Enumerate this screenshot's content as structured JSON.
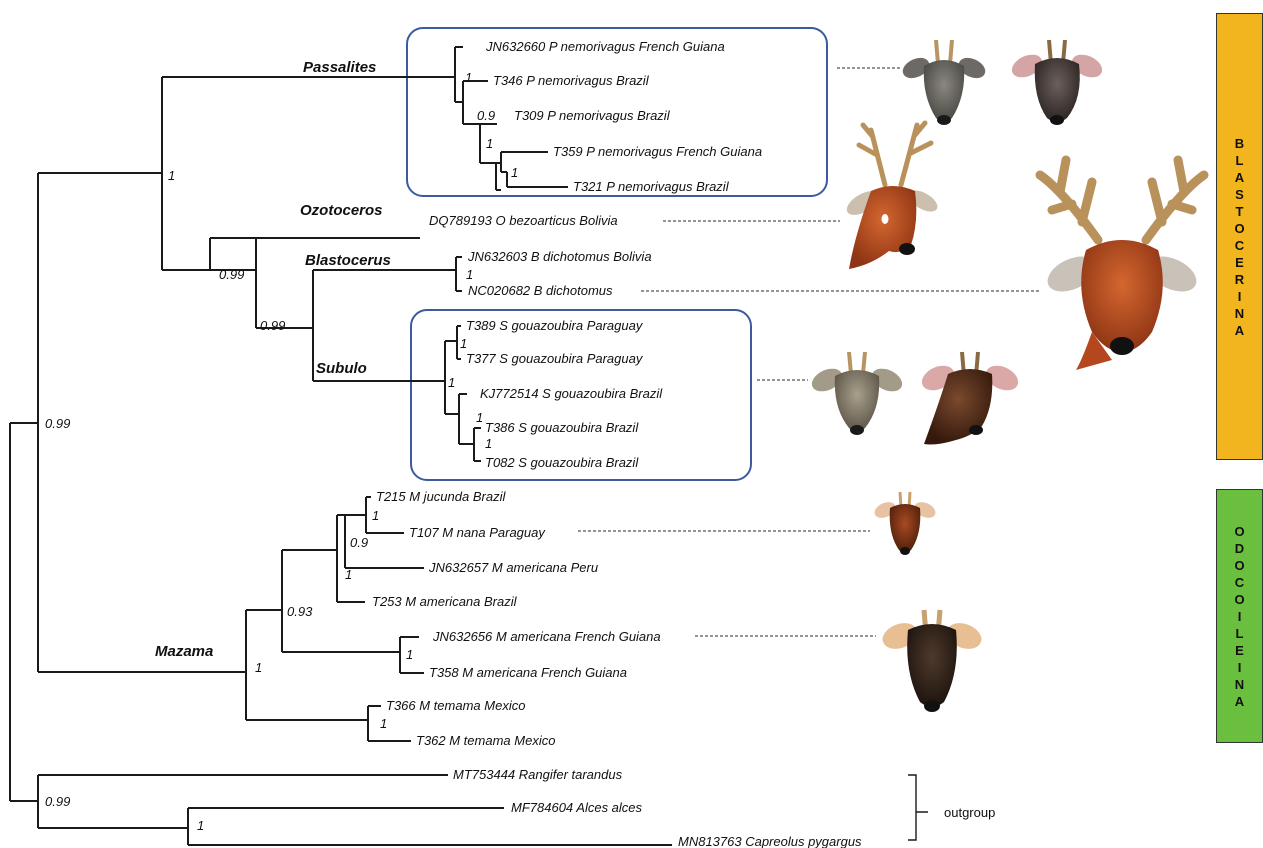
{
  "colors": {
    "box_border": "#3b5aa0",
    "blastocerina_bar": "#f3b51d",
    "odocoileina_bar": "#6bbf3f",
    "line": "#1a1a1a"
  },
  "clades": {
    "passalites": "Passalites",
    "ozotoceros": "Ozotoceros",
    "blastocerus": "Blastocerus",
    "subulo": "Subulo",
    "mazama": "Mazama"
  },
  "leaves": {
    "jn632660": "JN632660 P nemorivagus French Guiana",
    "t346": "T346 P nemorivagus Brazil",
    "t309": "T309 P nemorivagus Brazil",
    "t359": "T359 P nemorivagus French Guiana",
    "t321": "T321 P nemorivagus Brazil",
    "dq789193": "DQ789193 O bezoarticus Bolivia",
    "jn632603": "JN632603 B dichotomus Bolivia",
    "nc020682": "NC020682 B dichotomus",
    "t389": "T389 S gouazoubira Paraguay",
    "t377": "T377 S gouazoubira Paraguay",
    "kj772514": "KJ772514 S gouazoubira Brazil",
    "t386": "T386 S gouazoubira Brazil",
    "t082": "T082 S gouazoubira Brazil",
    "t215": "T215 M jucunda Brazil",
    "t107": "T107 M nana Paraguay",
    "jn632657": "JN632657 M americana Peru",
    "t253": "T253 M americana Brazil",
    "jn632656": "JN632656 M americana French Guiana",
    "t358": "T358 M americana French Guiana",
    "t366": "T366 M temama Mexico",
    "t362": "T362 M temama Mexico",
    "mt753444": "MT753444 Rangifer tarandus",
    "mf784604": "MF784604 Alces alces",
    "mn813763": "MN813763 Capreolus pygargus"
  },
  "support": {
    "passalites_root": "1",
    "p_t346": "1",
    "p_inner": "0.9",
    "p_t359_321a": "1",
    "p_t359_321b": "1",
    "blasto_node": "0.99",
    "bl_sub": "0.99",
    "blastocerus": "1",
    "subulo": "1",
    "s_t389_377": "1",
    "s_kj": "1",
    "s_t386_082": "1",
    "neotropical": "0.99",
    "m_t215_107": "1",
    "m_09": "0.9",
    "m_1": "1",
    "m_093": "0.93",
    "mazama": "1",
    "m_jn656": "1",
    "m_temama": "1",
    "outgroup_node": "0.99",
    "alces_capreolus": "1"
  },
  "outgroup_label": "outgroup",
  "subfamilies": {
    "blastocerina": [
      "B",
      "L",
      "A",
      "S",
      "T",
      "O",
      "C",
      "E",
      "R",
      "I",
      "N",
      "A"
    ],
    "odocoileina": [
      "O",
      "D",
      "O",
      "C",
      "O",
      "I",
      "L",
      "E",
      "I",
      "N",
      "A"
    ]
  },
  "deer_icons": [
    "deer-head-passalites-a",
    "deer-head-passalites-b",
    "deer-head-ozotoceros",
    "deer-head-blastocerus",
    "deer-head-subulo-a",
    "deer-head-subulo-b",
    "deer-head-mazama-nana",
    "deer-head-mazama-americana"
  ]
}
